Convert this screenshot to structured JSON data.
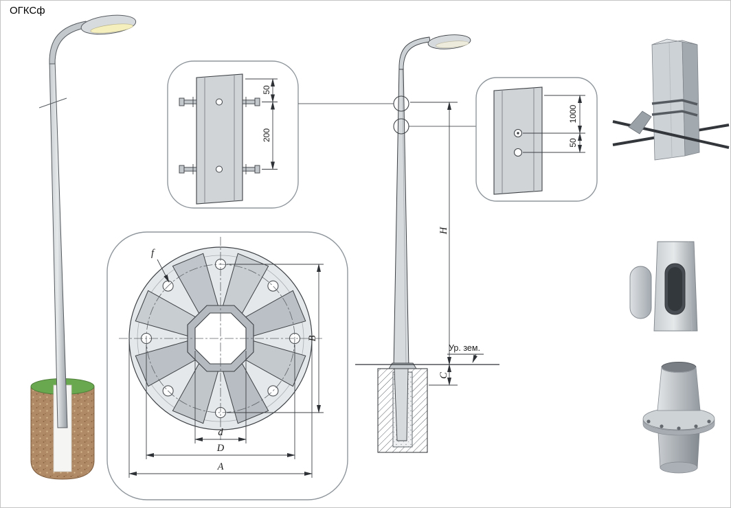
{
  "title": "ОГКСф",
  "detail_top": {
    "dim_offset": "50",
    "dim_spacing": "200"
  },
  "detail_side": {
    "dim_height": "1000",
    "dim_spacing": "50"
  },
  "flange_plan": {
    "hole_dia": "f",
    "inner_dia": "d",
    "bolt_circle_dia": "D",
    "outer_dia": "A",
    "across_holes": "B"
  },
  "elevation": {
    "pole_height": "H",
    "embed_depth": "C",
    "ground_level": "Ур. зем."
  },
  "colors": {
    "background": "#ffffff",
    "line": "#3c4044",
    "metal_light": "#d7dadd",
    "metal_dark": "#959ca2",
    "grass": "#6aa84f",
    "soil": "#b08a66",
    "callout_border": "#8f969c"
  }
}
